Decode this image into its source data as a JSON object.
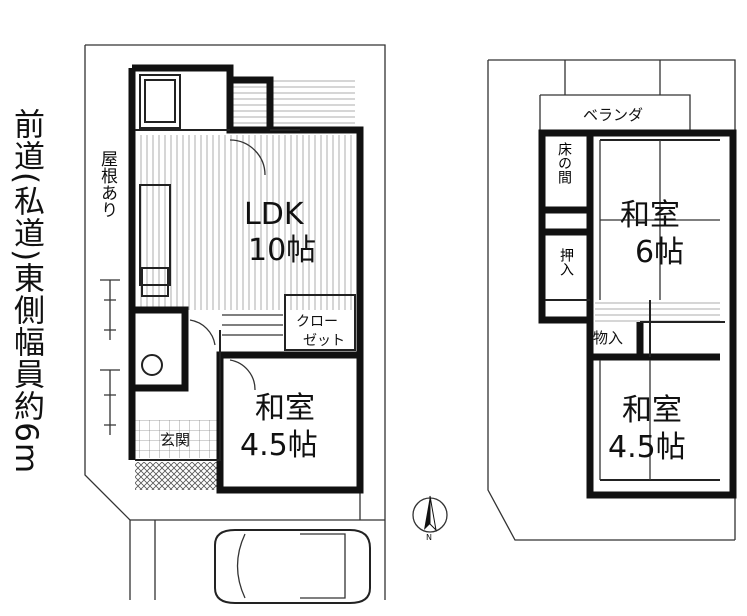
{
  "road_label": "前道(私道)東側幅員約6m",
  "floor1": {
    "roof_label": "屋根あり",
    "ldk": {
      "name": "LDK",
      "size": "10帖"
    },
    "closet": {
      "line1": "クロー",
      "line2": "ゼット"
    },
    "washitsu": {
      "name": "和室",
      "size": "4.5帖"
    },
    "entrance": "玄関"
  },
  "compass": {
    "label": "N"
  },
  "floor2": {
    "veranda": "ベランダ",
    "tokonoma": "床の間",
    "oshiire": "押入",
    "washitsu_large": {
      "name": "和室",
      "size": "6帖"
    },
    "storage": "物入",
    "washitsu_small": {
      "name": "和室",
      "size": "4.5帖"
    }
  }
}
